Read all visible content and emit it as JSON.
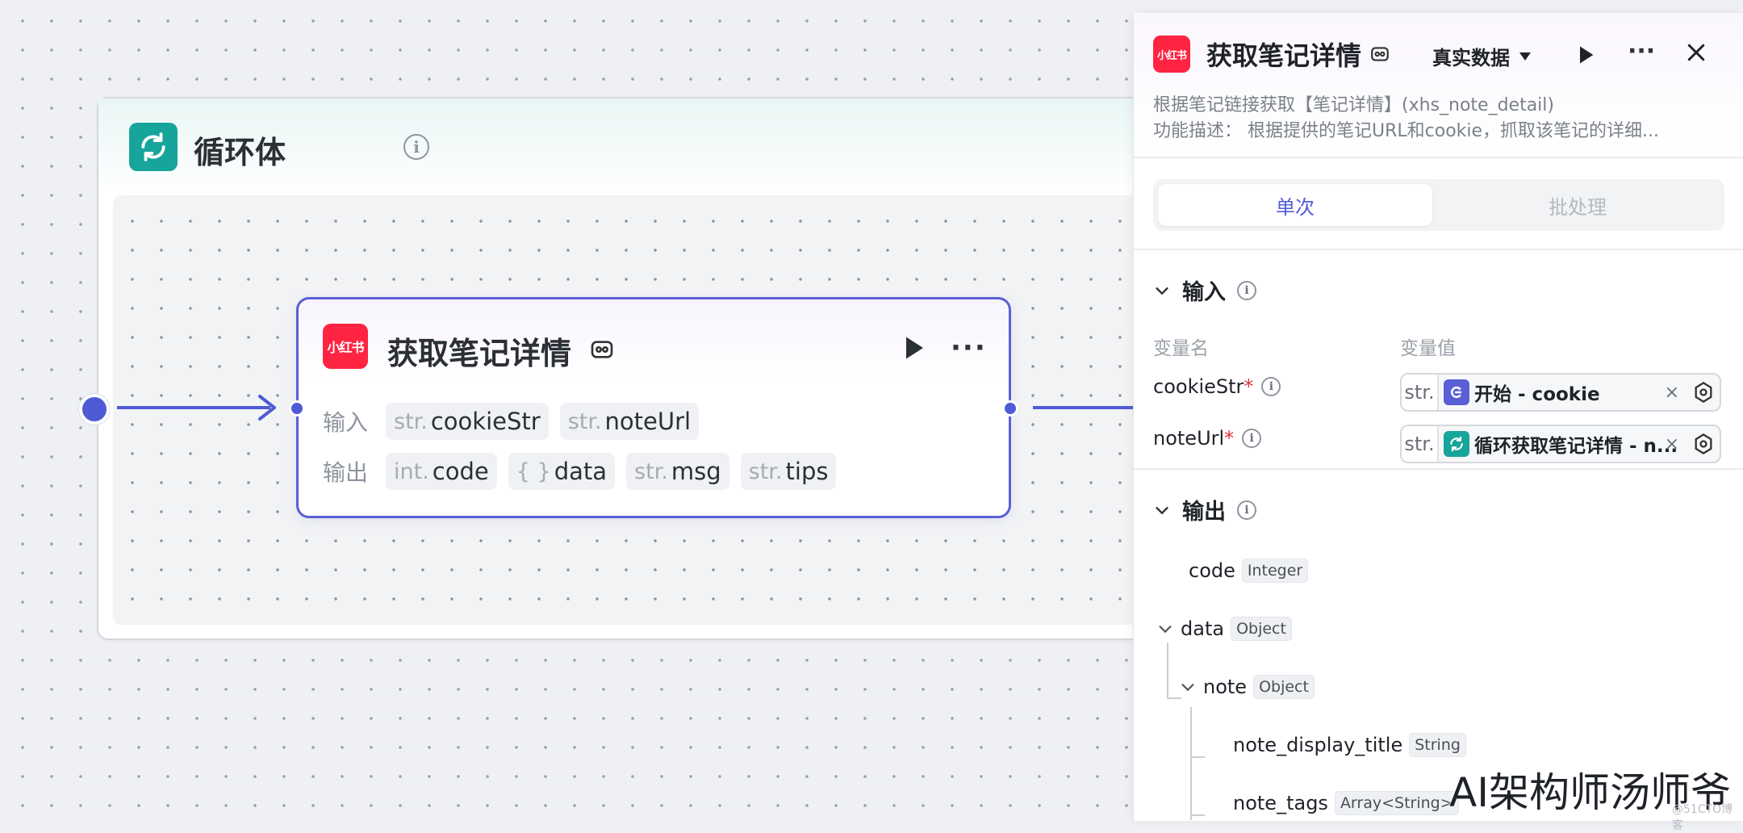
{
  "loop": {
    "title": "循环体",
    "info_symbol": "i"
  },
  "node": {
    "logo_text": "小红书",
    "title": "获取笔记详情",
    "more_symbol": "···",
    "input_label": "输入",
    "output_label": "输出",
    "inputs": [
      {
        "type": "str.",
        "name": "cookieStr"
      },
      {
        "type": "str.",
        "name": "noteUrl"
      }
    ],
    "outputs": [
      {
        "type": "int.",
        "name": "code"
      },
      {
        "type": "{ }",
        "name": "data"
      },
      {
        "type": "str.",
        "name": "msg"
      },
      {
        "type": "str.",
        "name": "tips"
      }
    ]
  },
  "panel": {
    "logo_text": "小红书",
    "title": "获取笔记详情",
    "mode_label": "真实数据",
    "more_symbol": "···",
    "description_line1": "根据笔记链接获取【笔记详情】(xhs_note_detail)",
    "description_line2": "功能描述： 根据提供的笔记URL和cookie，抓取该笔记的详细...",
    "tabs": {
      "single": "单次",
      "batch": "批处理"
    },
    "input_section": {
      "title": "输入",
      "col_name": "变量名",
      "col_value": "变量值",
      "rows": [
        {
          "name": "cookieStr",
          "required": "*",
          "type": "str.",
          "value": "开始 - cookie",
          "source_color": "#5b5fd6"
        },
        {
          "name": "noteUrl",
          "required": "*",
          "type": "str.",
          "value": "循环获取笔记详情 - n...",
          "source_color": "#17a59b"
        }
      ],
      "clear_symbol": "×"
    },
    "output_section": {
      "title": "输出",
      "items": [
        {
          "name": "code",
          "type": "Integer"
        },
        {
          "name": "data",
          "type": "Object"
        },
        {
          "name": "note",
          "type": "Object"
        },
        {
          "name": "note_display_title",
          "type": "String"
        },
        {
          "name": "note_tags",
          "type": "Array<String>"
        }
      ]
    }
  },
  "watermark": {
    "main": "AI架构师汤师爷",
    "small": "@51CTO博客"
  },
  "colors": {
    "accent": "#4f5bd5",
    "xhs_red": "#ff2442",
    "loop_teal": "#17a59b"
  }
}
